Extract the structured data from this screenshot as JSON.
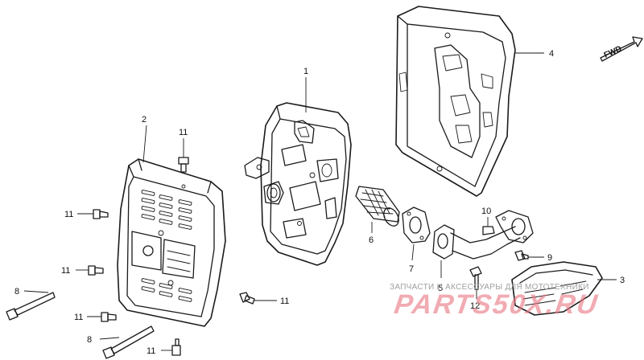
{
  "callouts": {
    "c1": "1",
    "c2": "2",
    "c3": "3",
    "c4": "4",
    "c5": "5",
    "c6": "6",
    "c7": "7",
    "c8a": "8",
    "c8b": "8",
    "c9": "9",
    "c10": "10",
    "c11a": "11",
    "c11b": "11",
    "c11c": "11",
    "c11d": "11",
    "c11e": "11",
    "c11f": "11",
    "c12": "12"
  },
  "direction_label": "FWD",
  "watermark": {
    "subtitle": "ЗАПЧАСТИ И АКСЕССУАРЫ ДЛЯ МОТОТЕХНИКИ",
    "brand": "PARTS50X.RU"
  },
  "colors": {
    "line": "#1a1a1a",
    "watermark_brand": "#e87882",
    "watermark_subtitle": "#a0a0a0"
  }
}
